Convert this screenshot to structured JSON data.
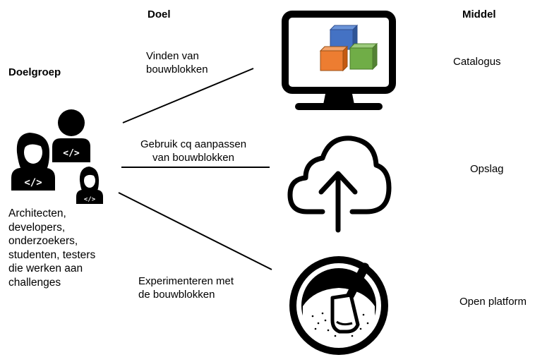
{
  "headers": {
    "doel": "Doel",
    "doelgroep": "Doelgroep",
    "middel": "Middel"
  },
  "audience": {
    "lines": [
      "Architecten,",
      "developers,",
      "onderzoekers,",
      "studenten, testers",
      "die werken aan",
      "challenges"
    ]
  },
  "goals": {
    "find": [
      "Vinden van",
      "bouwblokken"
    ],
    "use": [
      "Gebruik cq aanpassen",
      "van bouwblokken"
    ],
    "experiment": [
      "Experimenteren met",
      "de bouwblokken"
    ]
  },
  "means": {
    "catalog": "Catalogus",
    "storage": "Opslag",
    "platform": "Open platform"
  },
  "colors": {
    "line": "#000000",
    "block_blue": "#4472C4",
    "block_orange": "#ED7D31",
    "block_green": "#70AD47"
  },
  "icons": {
    "people": "developer-group-icon",
    "catalog": "monitor-blocks-icon",
    "storage": "cloud-upload-icon",
    "platform": "sandbox-scoop-icon"
  }
}
